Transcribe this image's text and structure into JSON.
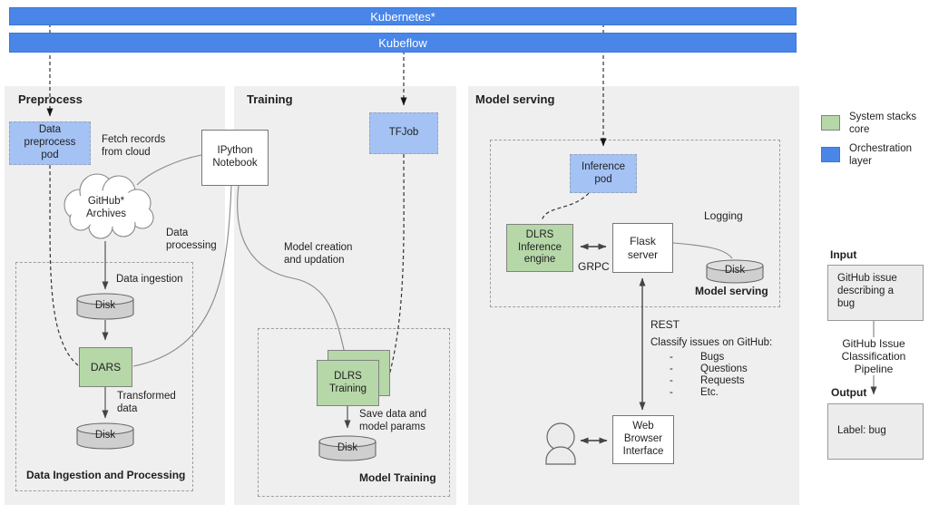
{
  "orchestration": {
    "kubernetes": "Kubernetes*",
    "kubeflow": "Kubeflow"
  },
  "preprocess": {
    "title": "Preprocess",
    "pod": "Data preprocess pod",
    "fetch_note": "Fetch records from cloud",
    "cloud": "GitHub* Archives",
    "notebook": "IPython Notebook",
    "data_processing_note": "Data processing",
    "data_ingestion_note": "Data ingestion",
    "disk_top": "Disk",
    "dars": "DARS",
    "transformed_note": "Transformed data",
    "disk_bottom": "Disk",
    "group": "Data Ingestion and Processing"
  },
  "training": {
    "title": "Training",
    "tfjob": "TFJob",
    "model_creation_note": "Model creation and updation",
    "dlrs": "DLRS Training",
    "save_note": "Save data and model params",
    "disk": "Disk",
    "group": "Model Training"
  },
  "serving": {
    "title": "Model serving",
    "inference_pod": "Inference pod",
    "engine": "DLRS Inference engine",
    "flask": "Flask server",
    "grpc": "GRPC",
    "logging": "Logging",
    "disk": "Disk",
    "group": "Model serving",
    "rest": "REST",
    "classify_title": "Classify issues on GitHub:",
    "classify_items": [
      "Bugs",
      "Questions",
      "Requests",
      "Etc."
    ],
    "browser": "Web Browser Interface"
  },
  "legend": {
    "items": [
      {
        "label": "System stacks core",
        "color": "#b6d7a8"
      },
      {
        "label": "Orchestration layer",
        "color": "#4a86e8"
      }
    ]
  },
  "io": {
    "input_title": "Input",
    "input_box": "GitHub issue describing a bug",
    "pipeline": "GitHub Issue Classification Pipeline",
    "output_title": "Output",
    "output_box": "Label: bug"
  },
  "colors": {
    "orchestration_blue": "#4a86e8",
    "pod_blue": "#a4c2f4",
    "stack_green": "#b6d7a8",
    "panel_gray": "#efefef"
  }
}
